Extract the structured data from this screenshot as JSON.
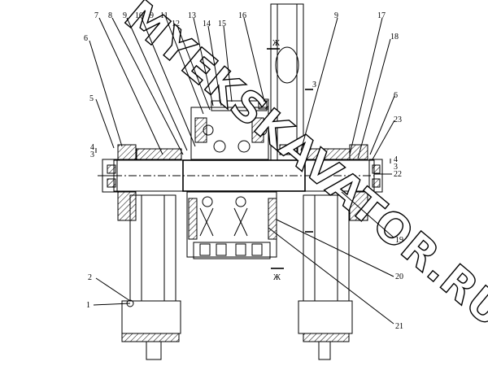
{
  "watermark": "MYEKSKAVATOR.RU",
  "part_labels": [
    "1",
    "2",
    "3",
    "4",
    "5",
    "6",
    "7",
    "8",
    "9",
    "10",
    "11",
    "12",
    "13",
    "14",
    "15",
    "16",
    "17",
    "18",
    "19",
    "20",
    "21",
    "22",
    "23"
  ],
  "section_markers": {
    "zh": "Ж",
    "z": "З"
  },
  "colors": {
    "ink": "#000000",
    "paper": "#ffffff"
  }
}
